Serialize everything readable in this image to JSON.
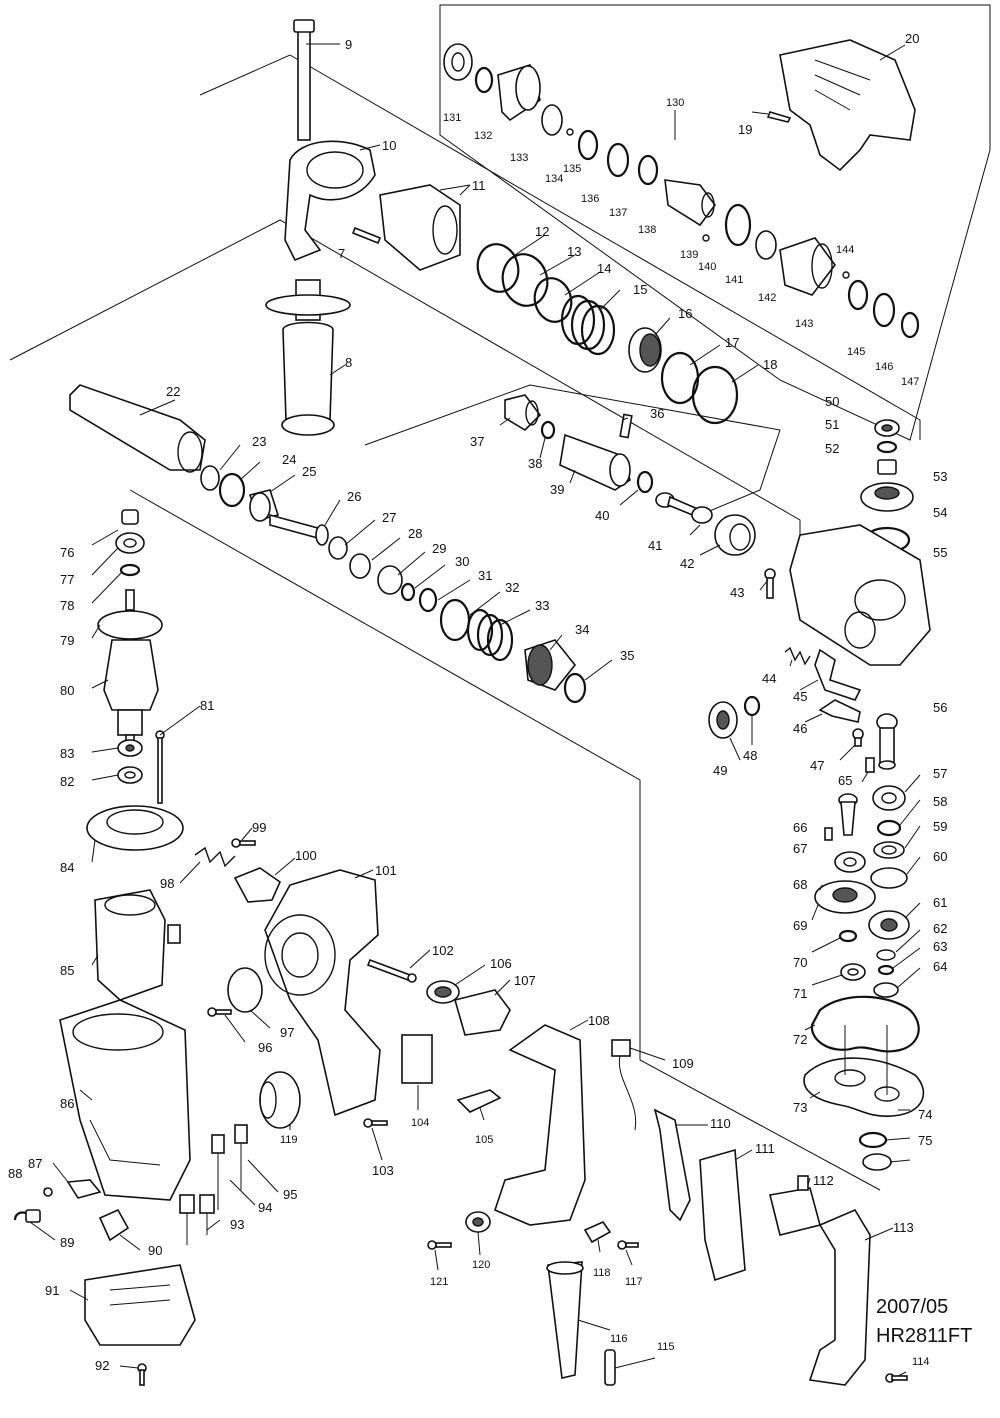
{
  "footer": {
    "date": "2007/05",
    "model": "HR2811FT"
  },
  "parts": {
    "p7": "7",
    "p8": "8",
    "p9": "9",
    "p10": "10",
    "p11": "11",
    "p12": "12",
    "p13": "13",
    "p14": "14",
    "p15": "15",
    "p16": "16",
    "p17": "17",
    "p18": "18",
    "p19": "19",
    "p20": "20",
    "p22": "22",
    "p23": "23",
    "p24": "24",
    "p25": "25",
    "p26": "26",
    "p27": "27",
    "p28": "28",
    "p29": "29",
    "p30": "30",
    "p31": "31",
    "p32": "32",
    "p33": "33",
    "p34": "34",
    "p35": "35",
    "p36": "36",
    "p37": "37",
    "p38": "38",
    "p39": "39",
    "p40": "40",
    "p41": "41",
    "p42": "42",
    "p43": "43",
    "p44": "44",
    "p45": "45",
    "p46": "46",
    "p47": "47",
    "p48": "48",
    "p49": "49",
    "p50": "50",
    "p51": "51",
    "p52": "52",
    "p53": "53",
    "p54": "54",
    "p55": "55",
    "p56": "56",
    "p57": "57",
    "p58": "58",
    "p59": "59",
    "p60": "60",
    "p61": "61",
    "p62": "62",
    "p63": "63",
    "p64": "64",
    "p65": "65",
    "p66": "66",
    "p67": "67",
    "p68": "68",
    "p69": "69",
    "p70": "70",
    "p71": "71",
    "p72": "72",
    "p73": "73",
    "p74": "74",
    "p75": "75",
    "p76": "76",
    "p77": "77",
    "p78": "78",
    "p79": "79",
    "p80": "80",
    "p81": "81",
    "p82": "82",
    "p83": "83",
    "p84": "84",
    "p85": "85",
    "p86": "86",
    "p87": "87",
    "p88": "88",
    "p89": "89",
    "p90": "90",
    "p91": "91",
    "p92": "92",
    "p93": "93",
    "p94": "94",
    "p95": "95",
    "p96": "96",
    "p97": "97",
    "p98": "98",
    "p99": "99",
    "p100": "100",
    "p101": "101",
    "p102": "102",
    "p103": "103",
    "p104": "104",
    "p105": "105",
    "p106": "106",
    "p107": "107",
    "p108": "108",
    "p109": "109",
    "p110": "110",
    "p111": "111",
    "p112": "112",
    "p113": "113",
    "p114": "114",
    "p115": "115",
    "p116": "116",
    "p117": "117",
    "p118": "118",
    "p119": "119",
    "p120": "120",
    "p121": "121",
    "p130": "130",
    "p131": "131",
    "p132": "132",
    "p133": "133",
    "p134": "134",
    "p135": "135",
    "p136": "136",
    "p137": "137",
    "p138": "138",
    "p139": "139",
    "p140": "140",
    "p141": "141",
    "p142": "142",
    "p143": "143",
    "p144": "144",
    "p145": "145",
    "p146": "146",
    "p147": "147"
  }
}
